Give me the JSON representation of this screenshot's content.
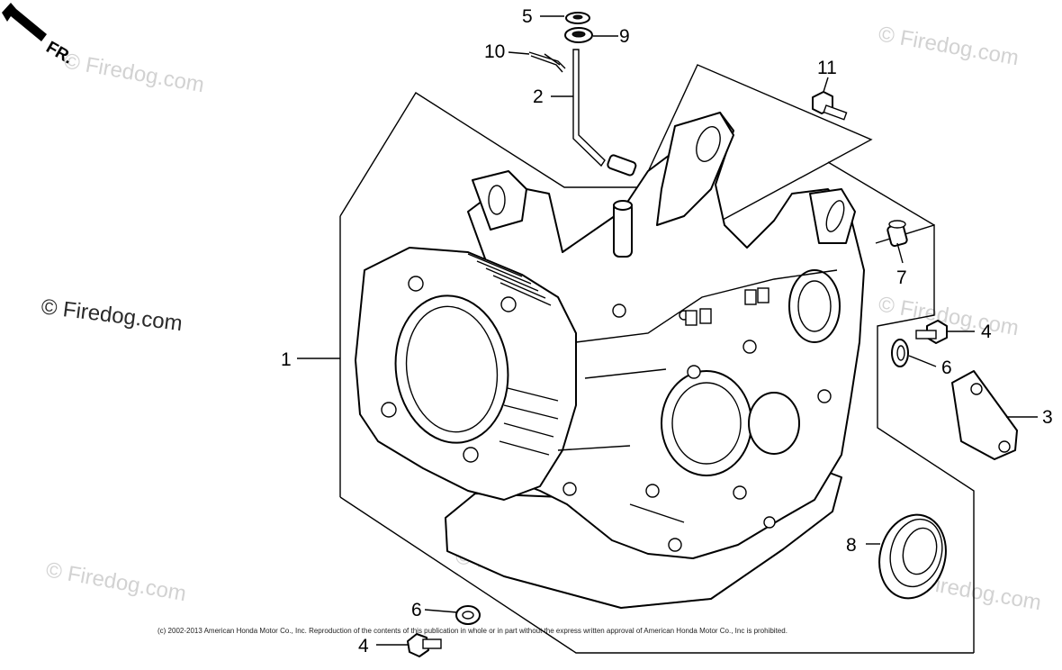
{
  "watermark": {
    "text": "© Firedog.com",
    "text_prominent": "© Firedog.com"
  },
  "direction_label": "FR.",
  "copyright": "(c) 2002-2013 American Honda Motor Co., Inc. Reproduction of the contents of this publication in whole or in part without the express written approval of American Honda Motor Co., Inc is prohibited.",
  "callouts": {
    "c1": "1",
    "c2": "2",
    "c3": "3",
    "c4_right": "4",
    "c4_bottom": "4",
    "c5": "5",
    "c6_right": "6",
    "c6_bottom": "6",
    "c7": "7",
    "c8": "8",
    "c9": "9",
    "c10": "10",
    "c11": "11"
  },
  "colors": {
    "line": "#000000",
    "watermark": "#d2d2d2",
    "background": "#ffffff"
  }
}
